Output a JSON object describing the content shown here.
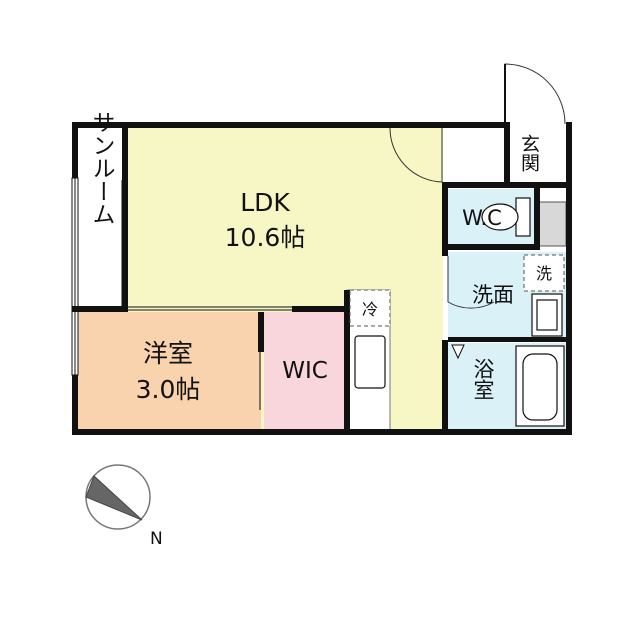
{
  "rooms": {
    "ldk": {
      "name": "LDK",
      "size": "10.6帖",
      "color": "#f7f7c6"
    },
    "western": {
      "name": "洋室",
      "size": "3.0帖",
      "color": "#f8d3ae"
    },
    "wic": {
      "name": "WIC",
      "color": "#f8d6dc"
    },
    "sunroom": {
      "name": "サンルーム"
    },
    "entrance": {
      "name": "玄関"
    },
    "wc": {
      "name": "W.C",
      "color": "#d9f1f7"
    },
    "washroom": {
      "name": "洗面",
      "color": "#d9f1f7"
    },
    "bath": {
      "name": "浴室",
      "color": "#d9f1f7"
    }
  },
  "fixtures": {
    "fridge": "冷",
    "washer": "洗"
  },
  "compass": {
    "north": "N"
  },
  "colors": {
    "wall": "#111111",
    "fixture_gray": "#d8d8d8"
  }
}
